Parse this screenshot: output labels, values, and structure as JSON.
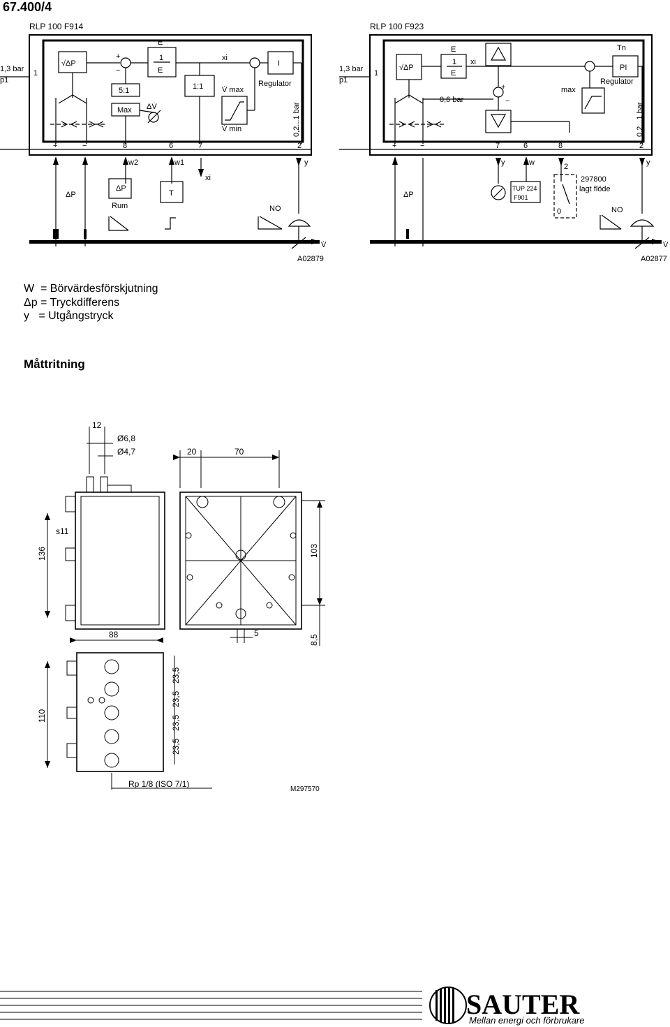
{
  "document_id": "67.400/4",
  "left_diagram": {
    "title": "RLP 100 F914",
    "input_pressure": "1,3 bar",
    "input_label": "p1",
    "port_1": "1",
    "sqrt_dp": "√ΔP",
    "block_e_top": "E",
    "block_e_num": "1",
    "block_e_den": "E",
    "ratio_51": "5:1",
    "max_label": "Max",
    "delta_v": "ΔV̇",
    "ratio_11": "1:1",
    "xi": "xi",
    "v_max": "V̇ max",
    "v_min": "V̇ min",
    "i_block": "I",
    "regulator": "Regulator",
    "bar_range": "0,2...1 bar",
    "plus": "+",
    "minus": "−",
    "terminal_plus": "+",
    "terminal_minus": "−",
    "t8": "8",
    "t6": "6",
    "t7": "7",
    "t2": "2",
    "w2": "w2",
    "w1": "w1",
    "xi_out": "xi",
    "y": "y",
    "dp": "ΔP",
    "dp_rum_top": "ΔP",
    "dp_rum_bottom": "Rum",
    "t_block": "T",
    "no": "NO",
    "v_dot": "V̇",
    "code": "A02879"
  },
  "right_diagram": {
    "title": "RLP 100 F923",
    "input_pressure": "1,3 bar",
    "input_label": "p1",
    "port_1": "1",
    "sqrt_dp": "√ΔP",
    "block_e_top": "E",
    "block_e_num": "1",
    "block_e_den": "E",
    "xi": "xi",
    "tn": "Tn",
    "pi_block": "PI",
    "regulator": "Regulator",
    "max_label": "max",
    "bar06": "0,6 bar",
    "bar_range": "0,2...1 bar",
    "plus": "+",
    "minus": "−",
    "terminal_plus": "+",
    "terminal_minus": "−",
    "t7": "7",
    "t6": "6",
    "t8": "8",
    "t2": "2",
    "y_left": "y",
    "w": "w",
    "two": "2",
    "y_right": "y",
    "tup_line1": "TUP 224",
    "tup_line2": "F901",
    "relay_code": "297800",
    "relay_text": "lagt flöde",
    "zero": "0",
    "dp": "ΔP",
    "no": "NO",
    "v_dot": "V̇",
    "code": "A02877"
  },
  "legend": [
    "W  = Börvärdesförskjutning",
    "Δp = Tryckdifferens",
    "y   = Utgångstryck"
  ],
  "section_title": "Måttritning",
  "dimensions": {
    "d12": "12",
    "d68": "Ø6,8",
    "d47": "Ø4,7",
    "d20": "20",
    "d70": "70",
    "s11": "s11",
    "d136": "136",
    "d103": "103",
    "d88": "88",
    "d5": "5",
    "d85": "8,5",
    "d110": "110",
    "d235": "23,5",
    "port_thread": "Rp 1/8 (ISO 7/1)",
    "code": "M297570"
  },
  "footer": {
    "brand": "SAUTER",
    "tagline": "Mellan energi och förbrukare"
  }
}
